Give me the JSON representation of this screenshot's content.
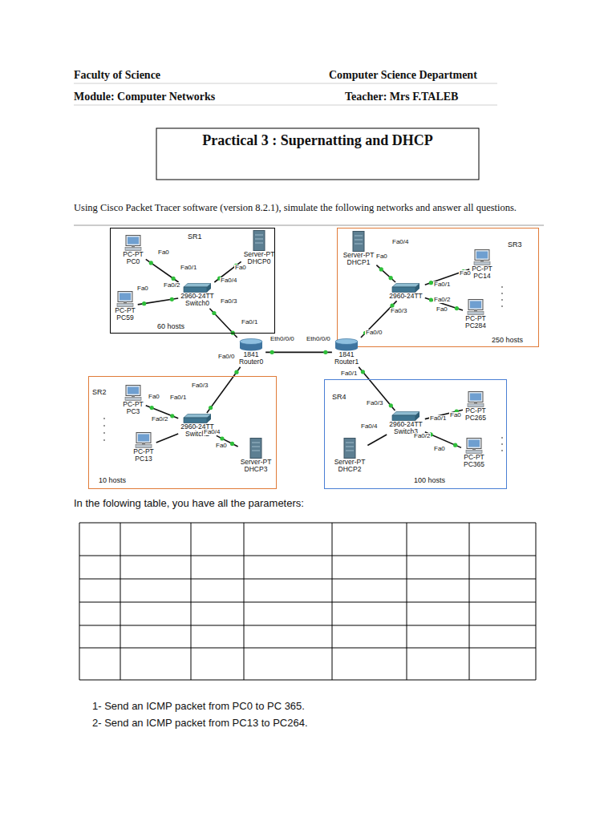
{
  "diagram": {
    "title": "Practical 3 : Supernatting and DHCP",
    "nodes": [
      {
        "text": [
          "SR1",
          "60 hosts"
        ]
      },
      {
        "text": [
          "PC-PT",
          "PC0"
        ],
        "in": 0
      },
      {
        "text": [
          "PC-PT",
          "PC59"
        ],
        "in": 0
      },
      {
        "text": [
          "Server-PT",
          "DHCP0"
        ],
        "in": 0
      },
      {
        "text": [
          "2960-24TT",
          "Switch0"
        ],
        "in": 0
      },
      {
        "text": [
          "SR3",
          "250 hosts"
        ]
      },
      {
        "text": [
          "Server-PT",
          "DHCP1"
        ],
        "in": 5
      },
      {
        "text": [
          "2960-24TT"
        ],
        "in": 5
      },
      {
        "text": [
          "PC-PT",
          "PC14"
        ],
        "in": 5
      },
      {
        "text": [
          "PC-PT",
          "PC284"
        ],
        "in": 5
      },
      {
        "text": [
          "1841",
          "Router0"
        ]
      },
      {
        "text": [
          "1841",
          "Router1"
        ]
      },
      {
        "text": [
          "SR2",
          "10 hosts"
        ]
      },
      {
        "text": [
          "PC-PT",
          "PC3"
        ],
        "in": 12
      },
      {
        "text": [
          "PC-PT",
          "PC13"
        ],
        "in": 12
      },
      {
        "text": [
          "2960-24TT",
          "Switch2"
        ],
        "in": 12
      },
      {
        "text": [
          "Server-PT",
          "DHCP3"
        ],
        "in": 12
      },
      {
        "text": [
          "SR4",
          "100 hosts"
        ]
      },
      {
        "text": [
          "2960-24TT",
          "Switch3"
        ],
        "in": 17
      },
      {
        "text": [
          "Server-PT",
          "DHCP2"
        ],
        "in": 17
      },
      {
        "text": [
          "PC-PT",
          "PC265"
        ],
        "in": 17
      },
      {
        "text": [
          "PC-PT",
          "PC365"
        ],
        "in": 17
      }
    ],
    "edges": [
      {
        "from": 1,
        "to": 4,
        "arrow": "none"
      },
      {
        "from": 2,
        "to": 4,
        "arrow": "none"
      },
      {
        "from": 3,
        "to": 4,
        "arrow": "none"
      },
      {
        "from": 4,
        "to": 10,
        "arrow": "none"
      },
      {
        "from": 10,
        "to": 11,
        "arrow": "none"
      },
      {
        "from": 11,
        "to": 7,
        "arrow": "none"
      },
      {
        "from": 6,
        "to": 7,
        "arrow": "none"
      },
      {
        "from": 8,
        "to": 7,
        "arrow": "none"
      },
      {
        "from": 9,
        "to": 7,
        "arrow": "none"
      },
      {
        "from": 10,
        "to": 15,
        "arrow": "none"
      },
      {
        "from": 13,
        "to": 15,
        "arrow": "none"
      },
      {
        "from": 14,
        "to": 15,
        "arrow": "none"
      },
      {
        "from": 16,
        "to": 15,
        "arrow": "none"
      },
      {
        "from": 11,
        "to": 18,
        "arrow": "none"
      },
      {
        "from": 19,
        "to": 18,
        "arrow": "none"
      },
      {
        "from": 20,
        "to": 18,
        "arrow": "none"
      },
      {
        "from": 21,
        "to": 18,
        "arrow": "none"
      }
    ],
    "labels": [
      "Faculty of Science",
      "Computer Science Department",
      "Module: Computer Networks",
      "Teacher: Mrs F.TALEB",
      "Using Cisco Packet Tracer software (version 8.2.1), simulate the following networks and answer all questions.",
      "Fa0",
      "Fa0/1",
      "Fa0/2",
      "Fa0",
      "Fa0",
      "Fa0/4",
      "Fa0/3",
      "Fa0/1",
      "Eth0/0/0",
      "Eth0/0/0",
      "Fa0/0",
      "Fa0",
      "Fa0/4",
      "Fa0",
      "Fa0/1",
      "Fa0/2",
      "Fa0",
      "Fa0/3",
      "Fa0/0",
      "Fa0/1",
      "Fa0/3",
      "Fa0",
      "Fa0/1",
      "Fa0/2",
      "Fa0/4",
      "Fa0",
      "Fa0/3",
      "Fa0/4",
      "Fa0/1",
      "Fa0",
      "Fa0/2",
      "Fa0",
      "In the folowing table, you have all the parameters:",
      "1- Send an ICMP packet from PC0 to PC 365.",
      "2- Send an ICMP packet from PC13 to PC264."
    ]
  }
}
